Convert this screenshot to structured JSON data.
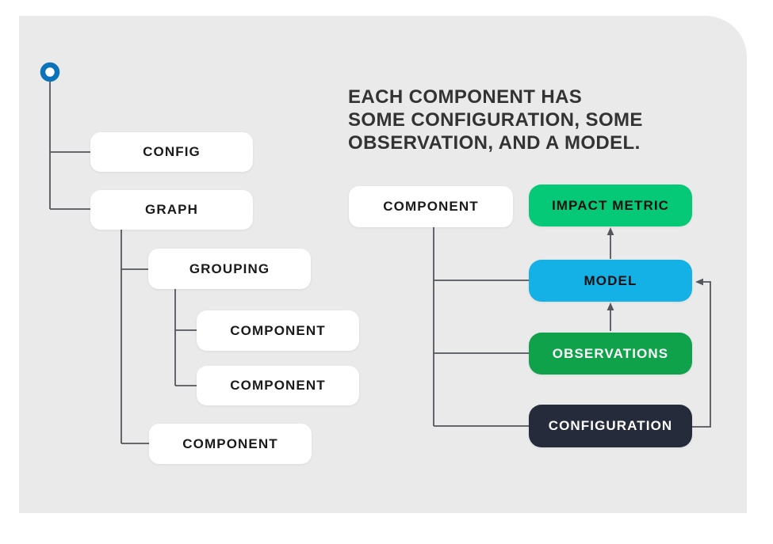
{
  "page": {
    "background": "#ffffff",
    "card_background": "#eaeaea"
  },
  "heading": {
    "lines": [
      "EACH COMPONENT HAS",
      "SOME CONFIGURATION, SOME",
      "OBSERVATION, AND A MODEL."
    ],
    "color": "#333333"
  },
  "tree": {
    "root_marker": {
      "shape": "ring",
      "color": "#0a73b9"
    },
    "nodes": [
      {
        "label": "CONFIG"
      },
      {
        "label": "GRAPH"
      },
      {
        "label": "GROUPING"
      },
      {
        "label": "COMPONENT"
      },
      {
        "label": "COMPONENT"
      },
      {
        "label": "COMPONENT"
      }
    ]
  },
  "detail": {
    "component": {
      "label": "COMPONENT",
      "background": "#ffffff",
      "text_color": "#1a1a1a"
    },
    "impact_metric": {
      "label": "IMPACT METRIC",
      "background": "#05c976",
      "text_color": "#101010"
    },
    "model": {
      "label": "MODEL",
      "background": "#14b1e7",
      "text_color": "#101010"
    },
    "observations": {
      "label": "OBSERVATIONS",
      "background": "#0fa24a",
      "text_color": "#ffffff"
    },
    "configuration": {
      "label": "CONFIGURATION",
      "background": "#252b3b",
      "text_color": "#ffffff"
    }
  },
  "connectors": {
    "color": "#53565c"
  }
}
